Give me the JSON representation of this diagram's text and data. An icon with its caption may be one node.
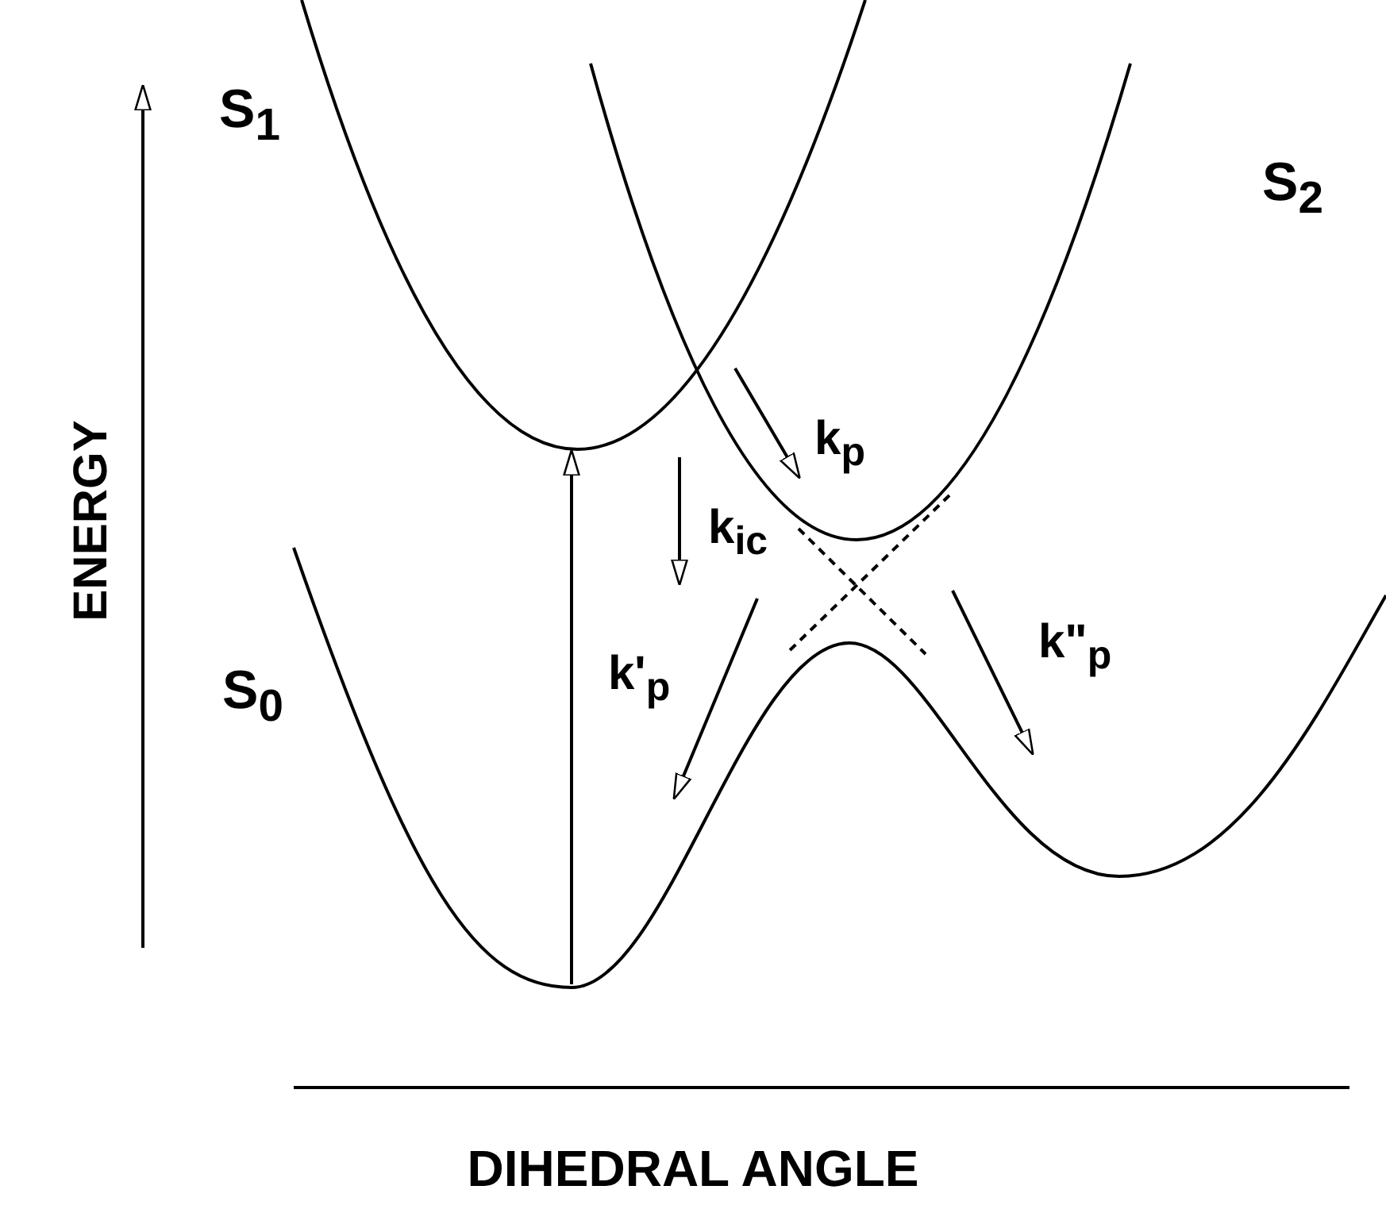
{
  "diagram": {
    "labels": [
      "S$_{1}$",
      "S$_{2}$",
      "S$_{0}$",
      "k$_{p}$",
      "k$_{ic}$",
      "k'$_{p}$",
      "k\"$_{p}$",
      "ENERGY",
      "DIHEDRAL ANGLE"
    ]
  }
}
